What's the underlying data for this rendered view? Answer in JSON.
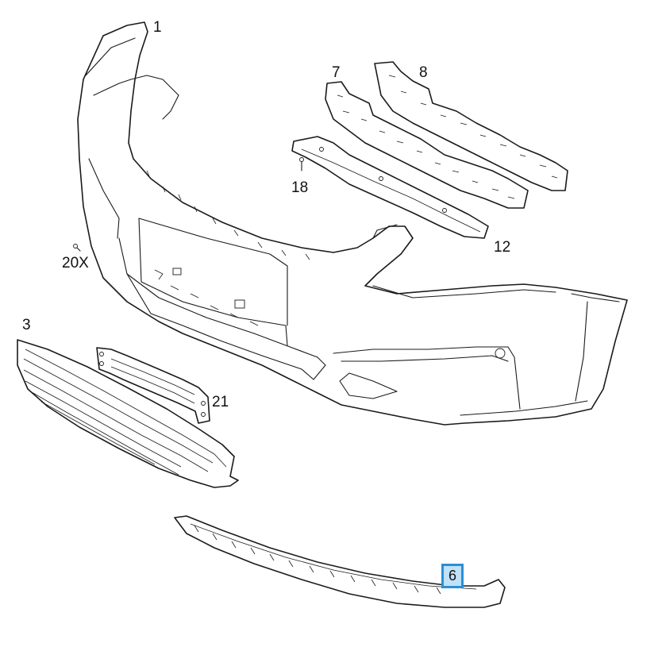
{
  "diagram": {
    "parts": [
      {
        "id": "p1",
        "label": "1"
      },
      {
        "id": "p3",
        "label": "3"
      },
      {
        "id": "p6",
        "label": "6",
        "selected": true
      },
      {
        "id": "p7",
        "label": "7"
      },
      {
        "id": "p8",
        "label": "8"
      },
      {
        "id": "p12",
        "label": "12"
      },
      {
        "id": "p18",
        "label": "18"
      },
      {
        "id": "p20",
        "label": "20X"
      },
      {
        "id": "p21",
        "label": "21"
      }
    ],
    "highlight_color": "#2b8fd6",
    "highlight_fill": "#bfe2f7",
    "line_color": "#1a1a1a"
  }
}
